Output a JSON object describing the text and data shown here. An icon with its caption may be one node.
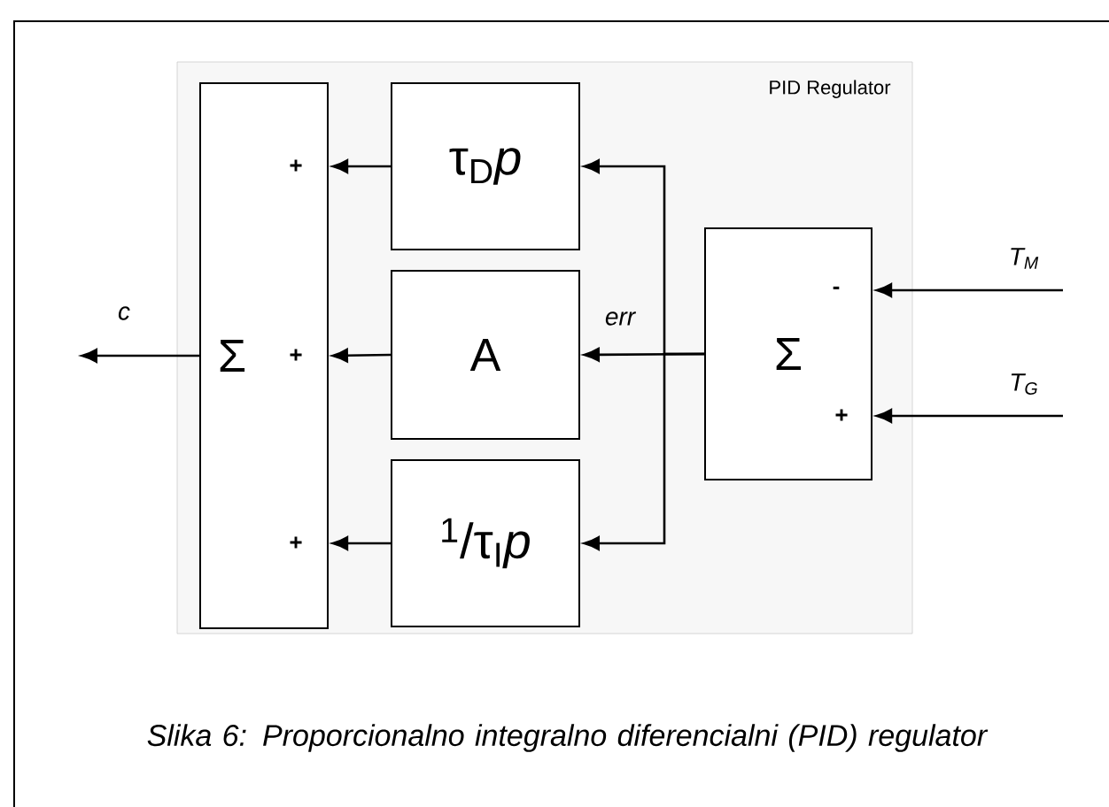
{
  "diagram": {
    "caption": "Slika 6: Proporcionalno integralno diferencialni (PID) regulator",
    "nodes": [
      {
        "text": [
          "PID Regulator"
        ]
      },
      {
        "text": [
          "Σ"
        ],
        "in": 0
      },
      {
        "text": [
          "τ$_{D}$*p*"
        ],
        "in": 0
      },
      {
        "text": [
          "A"
        ],
        "in": 0
      },
      {
        "text": [
          "$^{1}$/τ$_{I}$*p*"
        ],
        "in": 0
      },
      {
        "text": [
          "Σ"
        ],
        "in": 0
      }
    ],
    "edges": [
      {
        "from": 1,
        "to": null,
        "arrow": "to",
        "label": "c"
      },
      {
        "from": 2,
        "to": 1,
        "arrow": "to"
      },
      {
        "from": 3,
        "to": 1,
        "arrow": "to"
      },
      {
        "from": 4,
        "to": 1,
        "arrow": "to"
      },
      {
        "from": 5,
        "to": 3,
        "arrow": "to",
        "label": "err"
      },
      {
        "from": 5,
        "to": 2,
        "arrow": "to"
      },
      {
        "from": 5,
        "to": 4,
        "arrow": "to"
      },
      {
        "from": null,
        "to": 5,
        "arrow": "to",
        "label": "T$_{M}$"
      },
      {
        "from": null,
        "to": 5,
        "arrow": "to",
        "label": "T$_{G}$"
      }
    ],
    "labels": [
      "+",
      "+",
      "+",
      "-",
      "+"
    ]
  }
}
